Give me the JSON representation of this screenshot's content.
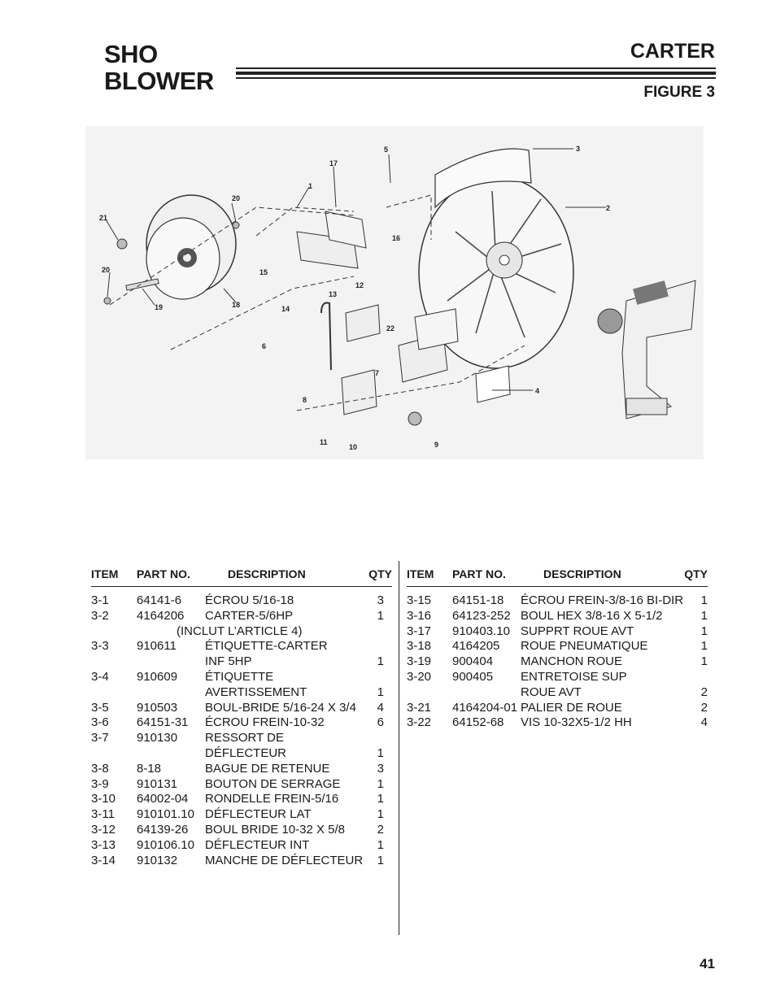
{
  "header": {
    "brand_line1": "SHO",
    "brand_line2": "BLOWER",
    "section_title": "CARTER",
    "figure_label": "FIGURE 3"
  },
  "diagram": {
    "callouts": [
      "1",
      "2",
      "3",
      "4",
      "5",
      "6",
      "7",
      "8",
      "9",
      "10",
      "11",
      "12",
      "13",
      "14",
      "15",
      "16",
      "17",
      "18",
      "19",
      "20",
      "21",
      "22"
    ]
  },
  "columns": {
    "item": "ITEM",
    "part_no": "PART NO.",
    "description": "DESCRIPTION",
    "qty": "QTY"
  },
  "parts_left": [
    {
      "item": "3-1",
      "part": "64141-6",
      "desc": "ÉCROU 5/16-18",
      "qty": "3"
    },
    {
      "item": "3-2",
      "part": "4164206",
      "desc": "CARTER-5/6HP",
      "qty": "1"
    },
    {
      "item": "",
      "part": "",
      "desc": "(INCLUT L’ARTICLE 4)",
      "qty": "",
      "indent": true
    },
    {
      "item": "3-3",
      "part": "910611",
      "desc": "ÉTIQUETTE-CARTER",
      "qty": ""
    },
    {
      "item": "",
      "part": "",
      "desc": "INF 5HP",
      "qty": "1"
    },
    {
      "item": "3-4",
      "part": "910609",
      "desc": "ÉTIQUETTE",
      "qty": ""
    },
    {
      "item": "",
      "part": "",
      "desc": "AVERTISSEMENT",
      "qty": "1"
    },
    {
      "item": "3-5",
      "part": "910503",
      "desc": "BOUL-BRIDE 5/16-24 X 3/4",
      "qty": "4"
    },
    {
      "item": "3-6",
      "part": "64151-31",
      "desc": "ÉCROU FREIN-10-32",
      "qty": "6"
    },
    {
      "item": "3-7",
      "part": "910130",
      "desc": "RESSORT DE",
      "qty": ""
    },
    {
      "item": "",
      "part": "",
      "desc": "DÉFLECTEUR",
      "qty": "1"
    },
    {
      "item": "3-8",
      "part": "8-18",
      "desc": "BAGUE DE RETENUE",
      "qty": "3"
    },
    {
      "item": "3-9",
      "part": "910131",
      "desc": "BOUTON DE SERRAGE",
      "qty": "1"
    },
    {
      "item": "3-10",
      "part": "64002-04",
      "desc": "RONDELLE FREIN-5/16",
      "qty": "1"
    },
    {
      "item": "3-11",
      "part": "910101.10",
      "desc": "DÉFLECTEUR LAT",
      "qty": "1"
    },
    {
      "item": "3-12",
      "part": "64139-26",
      "desc": "BOUL BRIDE 10-32 X 5/8",
      "qty": "2"
    },
    {
      "item": "3-13",
      "part": "910106.10",
      "desc": "DÉFLECTEUR INT",
      "qty": "1"
    },
    {
      "item": "3-14",
      "part": "910132",
      "desc": "MANCHE DE DÉFLECTEUR",
      "qty": "1"
    }
  ],
  "parts_right": [
    {
      "item": "3-15",
      "part": "64151-18",
      "desc": "ÉCROU FREIN-3/8-16 BI-DIR",
      "qty": "1"
    },
    {
      "item": "3-16",
      "part": "64123-252",
      "desc": "BOUL HEX 3/8-16 X 5-1/2",
      "qty": "1"
    },
    {
      "item": "3-17",
      "part": "910403.10",
      "desc": "SUPPRT ROUE AVT",
      "qty": "1"
    },
    {
      "item": "3-18",
      "part": "4164205",
      "desc": "ROUE PNEUMATIQUE",
      "qty": "1"
    },
    {
      "item": "3-19",
      "part": "900404",
      "desc": "MANCHON ROUE",
      "qty": "1"
    },
    {
      "item": "3-20",
      "part": "900405",
      "desc": "ENTRETOISE SUP",
      "qty": ""
    },
    {
      "item": "",
      "part": "",
      "desc": "ROUE AVT",
      "qty": "2"
    },
    {
      "item": "3-21",
      "part": "4164204-01",
      "desc": "PALIER DE ROUE",
      "qty": "2"
    },
    {
      "item": "3-22",
      "part": "64152-68",
      "desc": "VIS 10-32X5-1/2 HH",
      "qty": "4"
    }
  ],
  "footer": {
    "page_number": "41"
  }
}
